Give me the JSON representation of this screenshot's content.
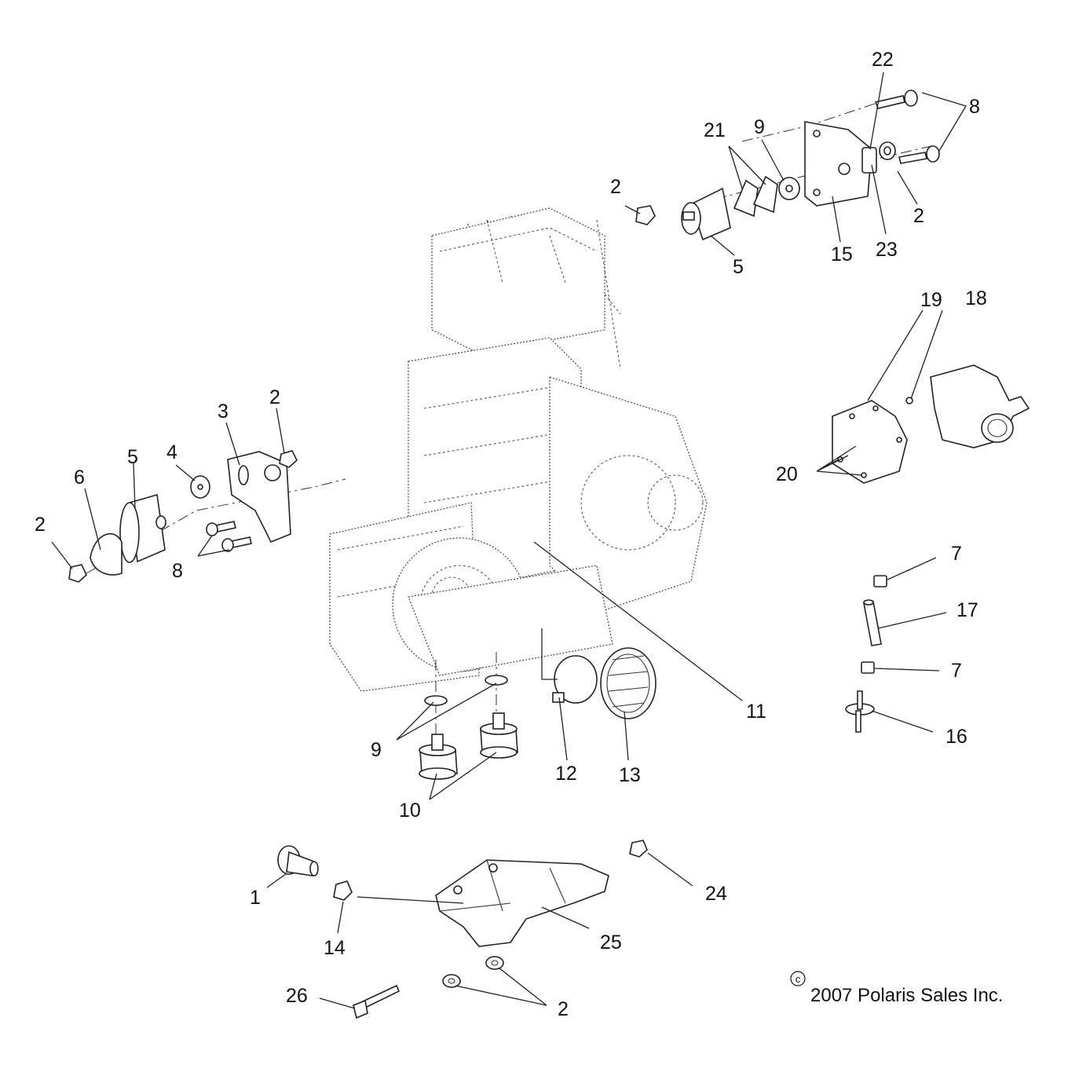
{
  "diagram": {
    "callouts": {
      "c1": "1",
      "c2_nut_top": "2",
      "c2_washer_right": "2",
      "c2_mount_left": "2",
      "c2_far_left": "2",
      "c2_bottom": "2",
      "c3": "3",
      "c4": "4",
      "c5_top": "5",
      "c5_left": "5",
      "c6": "6",
      "c7_top": "7",
      "c7_bottom": "7",
      "c8_top": "8",
      "c8_left": "8",
      "c9_top": "9",
      "c9_bottom": "9",
      "c10": "10",
      "c11": "11",
      "c12": "12",
      "c13": "13",
      "c14": "14",
      "c15": "15",
      "c16": "16",
      "c17": "17",
      "c18": "18",
      "c19": "19",
      "c20": "20",
      "c21": "21",
      "c22": "22",
      "c23": "23",
      "c24": "24",
      "c25": "25",
      "c26": "26"
    },
    "copyright_symbol": "c",
    "copyright_text": "2007 Polaris Sales Inc."
  }
}
